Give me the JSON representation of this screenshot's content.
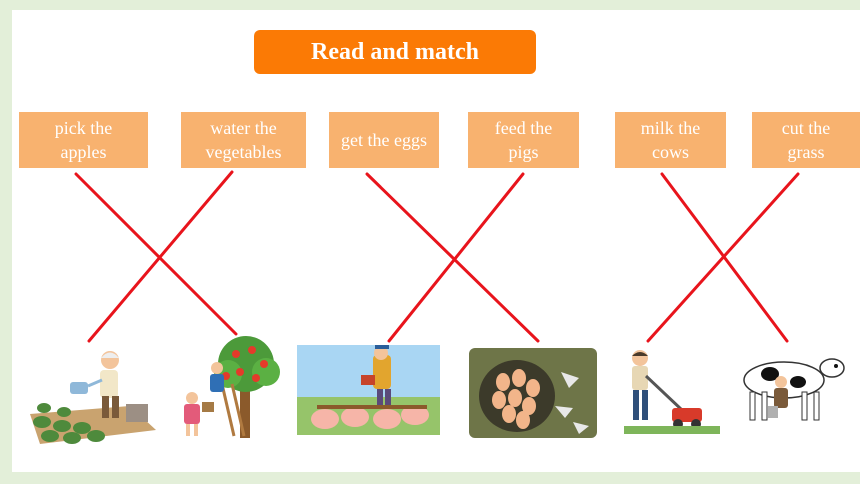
{
  "title": "Read and match",
  "phrases": [
    {
      "line1": "pick the",
      "line2": "apples"
    },
    {
      "line1": "water the",
      "line2": "vegetables"
    },
    {
      "line1": "get the eggs",
      "line2": ""
    },
    {
      "line1": "feed the",
      "line2": "pigs"
    },
    {
      "line1": "milk the",
      "line2": "cows"
    },
    {
      "line1": "cut the",
      "line2": "grass"
    }
  ],
  "pictures": [
    "watering-vegetables-icon",
    "picking-apples-icon",
    "feeding-pigs-icon",
    "eggs-basket-icon",
    "mowing-grass-icon",
    "milking-cow-icon"
  ],
  "colors": {
    "accent": "#fb7a05",
    "card": "#f8b26f",
    "line": "#e8141c",
    "frame": "#e3efd9"
  }
}
